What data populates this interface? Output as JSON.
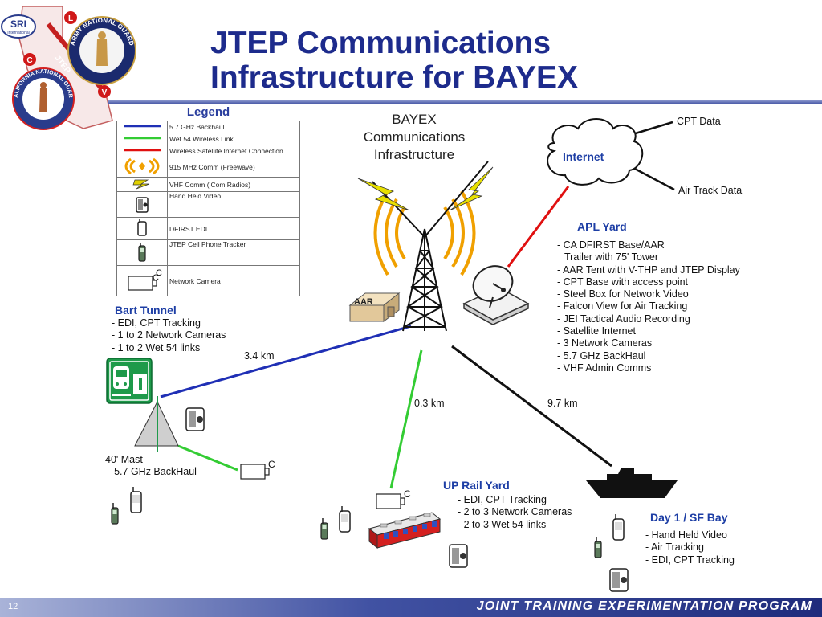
{
  "slide": {
    "title_line1": "JTEP Communications",
    "title_line2": "Infrastructure for BAYEX",
    "page_number": "12",
    "program_name": "JOINT TRAINING EXPERIMENTATION PROGRAM"
  },
  "logos": {
    "sri_text": "SRI",
    "sri_subtext": "International",
    "jtep_text": "JTEP",
    "letter_l": "L",
    "letter_c": "C",
    "letter_v": "V",
    "army_guard_text": "ARMY NATIONAL GUARD",
    "california_guard_text": "CALIFORNIA NATIONAL GUARD"
  },
  "legend": {
    "title": "Legend",
    "items": [
      {
        "label": "5.7 GHz Backhaul",
        "color": "#1f2fb5"
      },
      {
        "label": "Wet 54 Wireless Link",
        "color": "#33cc33"
      },
      {
        "label": "Wireless Satellite Internet Connection",
        "color": "#e01010"
      },
      {
        "label": "915 MHz Comm (Freewave)",
        "color": "#f0a000"
      },
      {
        "label": "VHF Comm (iCom Radios)",
        "color": "#e0d000"
      },
      {
        "label": "Hand Held Video"
      },
      {
        "label": "DFIRST EDI"
      },
      {
        "label": "JTEP Cell Phone Tracker"
      },
      {
        "label": "Network Camera",
        "camera_letter": "C"
      }
    ]
  },
  "center": {
    "line1": "BAYEX",
    "line2": "Communications",
    "line3": "Infrastructure",
    "aar_label": "AAR"
  },
  "internet": {
    "label": "Internet",
    "cpt_data": "CPT Data",
    "air_track_data": "Air Track Data"
  },
  "apl_yard": {
    "heading": "APL Yard",
    "items": [
      "- CA DFIRST Base/AAR",
      "   Trailer with 75' Tower",
      "- AAR Tent with V-THP and JTEP Display",
      "- CPT Base with access point",
      "- Steel Box for Network Video",
      "- Falcon View for Air Tracking",
      "- JEI Tactical Audio Recording",
      "- Satellite Internet",
      "- 3 Network Cameras",
      "- 5.7 GHz BackHaul",
      "- VHF Admin Comms"
    ]
  },
  "bart_tunnel": {
    "heading": "Bart Tunnel",
    "items": [
      "- EDI, CPT Tracking",
      "- 1 to 2  Network Cameras",
      "- 1 to 2 Wet 54 links"
    ]
  },
  "mast": {
    "line1": "40' Mast",
    "line2": " - 5.7 GHz BackHaul"
  },
  "up_rail_yard": {
    "heading": "UP Rail Yard",
    "items": [
      "- EDI, CPT Tracking",
      "- 2 to 3 Network Cameras",
      "- 2 to 3 Wet 54 links"
    ]
  },
  "sf_bay": {
    "heading": "Day 1 / SF Bay",
    "items": [
      "- Hand Held Video",
      "- Air Tracking",
      "- EDI, CPT Tracking"
    ]
  },
  "distances": {
    "bart": "3.4 km",
    "rail": "0.3 km",
    "bay": "9.7 km"
  },
  "camera_letter": "C",
  "colors": {
    "title": "#1d2b8c",
    "heading": "#1d3ea5",
    "backhaul": "#1f2fb5",
    "wet54": "#33cc33",
    "satellite": "#e01010",
    "freewave": "#f0a000",
    "vhf": "#e0d000"
  }
}
